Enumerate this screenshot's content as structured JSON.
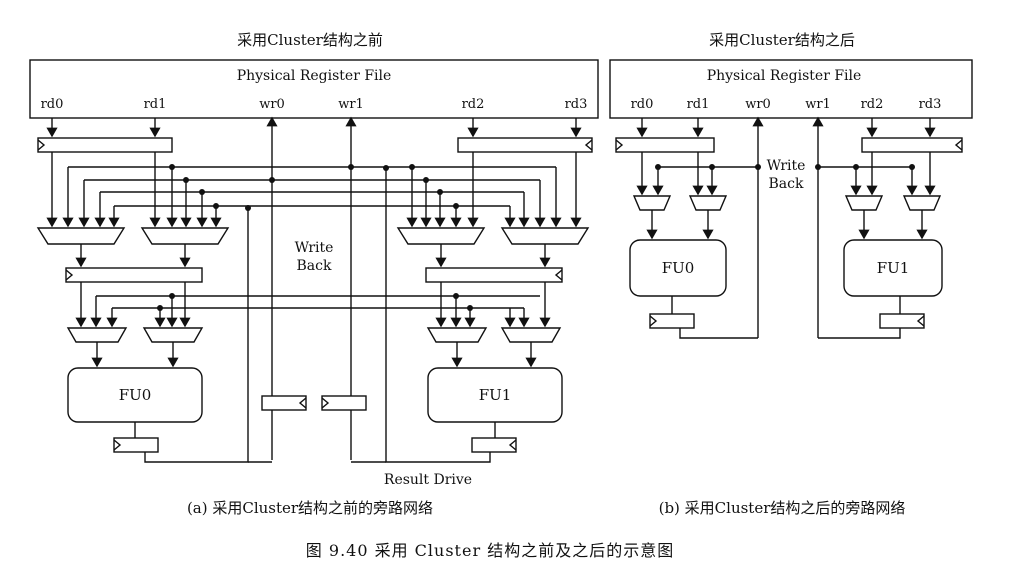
{
  "left": {
    "title": "采用Cluster结构之前",
    "register_file": "Physical Register File",
    "ports": {
      "rd0": "rd0",
      "rd1": "rd1",
      "wr0": "wr0",
      "wr1": "wr1",
      "rd2": "rd2",
      "rd3": "rd3"
    },
    "write_back": [
      "Write",
      "Back"
    ],
    "fu0": "FU0",
    "fu1": "FU1",
    "result_drive": "Result Drive",
    "caption": "(a) 采用Cluster结构之前的旁路网络"
  },
  "right": {
    "title": "采用Cluster结构之后",
    "register_file": "Physical Register File",
    "ports": {
      "rd0": "rd0",
      "rd1": "rd1",
      "wr0": "wr0",
      "wr1": "wr1",
      "rd2": "rd2",
      "rd3": "rd3"
    },
    "write_back": [
      "Write",
      "Back"
    ],
    "fu0": "FU0",
    "fu1": "FU1",
    "caption": "(b) 采用Cluster结构之后的旁路网络"
  },
  "figure_caption": "图 9.40   采用 Cluster 结构之前及之后的示意图"
}
